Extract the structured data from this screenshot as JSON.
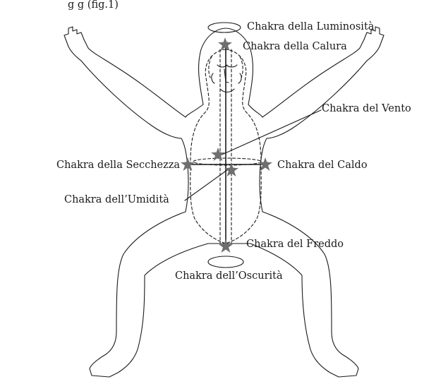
{
  "header_fragment": "g                    g                  (fig.1)",
  "labels": {
    "luminosita": "Chakra della Luminosità",
    "calura": "Chakra della Calura",
    "vento": "Chakra del Vento",
    "secchezza": "Chakra della Secchezza",
    "caldo": "Chakra del Caldo",
    "umidita": "Chakra dell’Umidità",
    "freddo": "Chakra del Freddo",
    "oscurita": "Chakra dell’Oscurità"
  },
  "colors": {
    "ink": "#1a1a1a",
    "star": "#6e6e6e"
  }
}
